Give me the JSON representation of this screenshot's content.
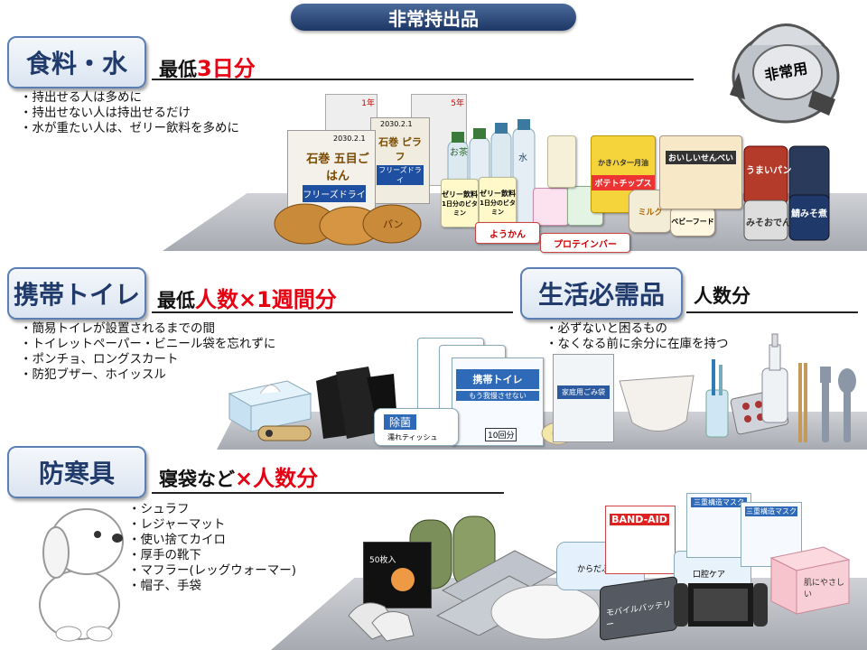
{
  "page_title": "非常持出品",
  "sections": {
    "food": {
      "label": "食料・水",
      "sub_prefix": "最低",
      "sub_red": "3日分",
      "bullets": [
        "・持出せる人は多めに",
        "・持出せない人は持出せるだけ",
        "・水が重たい人は、ゼリー飲料を多めに"
      ]
    },
    "toilet": {
      "label": "携帯トイレ",
      "sub_prefix": "最低",
      "sub_red": "人数×1週間分",
      "bullets": [
        "・簡易トイレが設置されるまでの間",
        "・トイレットペーパー・ビニール袋を忘れずに",
        "・ポンチョ、ロングスカート",
        "・防犯ブザー、ホイッスル"
      ]
    },
    "daily": {
      "label": "生活必需品",
      "sub": "人数分",
      "bullets": [
        "・必ずないと困るもの",
        "・なくなる前に余分に在庫を持つ"
      ]
    },
    "cold": {
      "label": "防寒具",
      "sub_prefix": "寝袋など",
      "sub_red": "×人数分",
      "bullets": [
        "・シュラフ",
        "・レジャーマット",
        "・使い捨てカイロ",
        "・厚手の靴下",
        "・マフラー(レッグウォーマー)",
        "・帽子、手袋"
      ]
    }
  },
  "illustrations": {
    "backpack_label": "非常用",
    "food_items": {
      "gohan": "石巻 五目ごはん",
      "gohan_tag": "フリーズドライ",
      "pilaf": "石巻 ピラフ",
      "pilaf_tag": "フリーズドライ",
      "gohan_date": "2030.2.1",
      "pilaf_date": "2030.2.1",
      "year1": "1年",
      "year5": "5年",
      "tea": "お茶",
      "water": "水",
      "jelly": "ゼリー飲料",
      "jelly_sub": "1日分のビタミン",
      "youkan": "ようかん",
      "protein": "プロテインバー",
      "chips": "ポテトチップス",
      "crackers": "かきハタ一月油",
      "senbei": "おいしいせんべい",
      "milk": "ミルク",
      "baby_food": "ベビーフード",
      "pan": "うまいパン",
      "saba": "鯖みそ煮",
      "oden": "みそおでん",
      "bread": "パン"
    },
    "toilet_items": {
      "portable_toilet": "携帯トイレ",
      "portable_toilet_sub": "もう我慢させない",
      "wipes": "除菌",
      "wipes_sub": "濡れティッシュ",
      "count": "10回分"
    },
    "daily_items": {
      "garbage_bag": "家庭用ごみ袋"
    },
    "cold_items": {
      "kairo": "50枚入",
      "bandaid": "BAND-AID",
      "body_wipe": "からだふき",
      "mouth_care": "口腔ケア",
      "mask1": "三重構造マスク",
      "mask2": "三重構造マスク",
      "mobile_battery": "モバイルバッテリー",
      "tissue_box": "肌にやさしい"
    }
  },
  "colors": {
    "accent_red": "#e60012",
    "title_bg": "#1d3766",
    "category_text": "#1f3a6b",
    "category_border": "#5b7fb5"
  }
}
